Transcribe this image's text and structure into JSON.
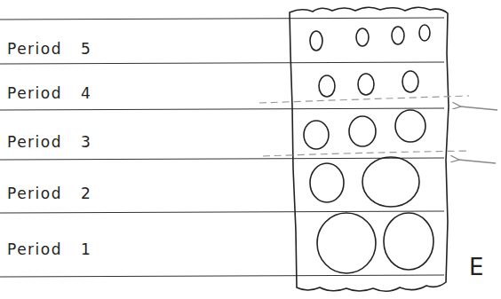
{
  "diagram": {
    "labels": [
      "Period 5",
      "Period 4",
      "Period 3",
      "Period 2",
      "Period 1",
      "E"
    ]
  }
}
